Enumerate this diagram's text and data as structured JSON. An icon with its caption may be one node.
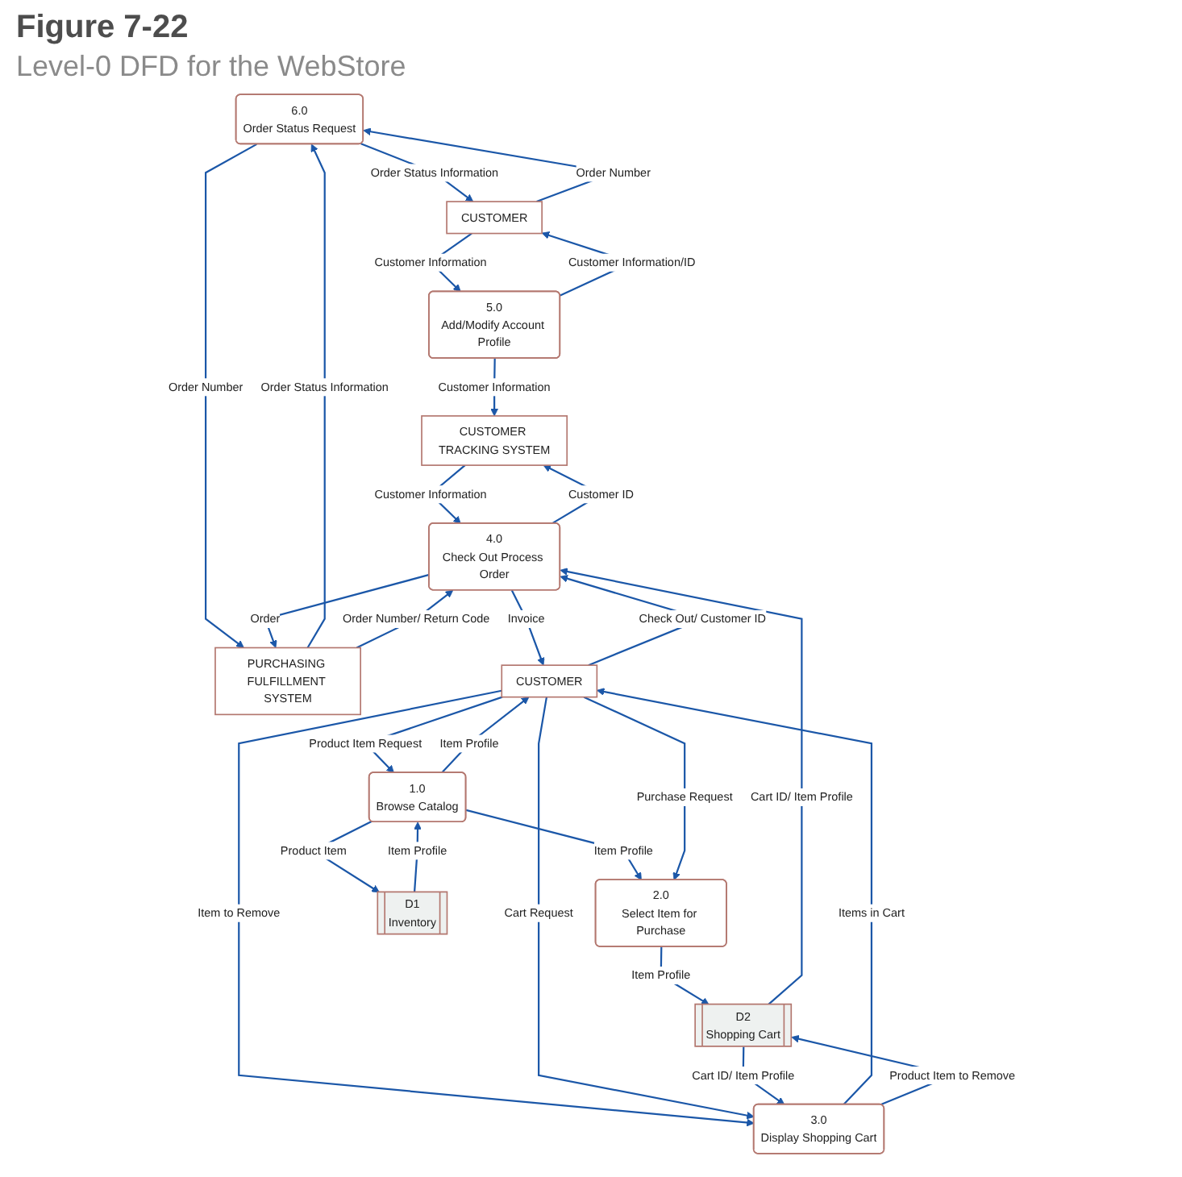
{
  "diagram": {
    "title": "Figure 7-22",
    "caption": "Level-0 DFD for the WebStore",
    "nodes": [
      {
        "text": [
          "6.0",
          "Order Status Request"
        ]
      },
      {
        "text": [
          "5.0",
          "Add/Modify Account Profile"
        ]
      },
      {
        "text": [
          "CUSTOMER"
        ]
      },
      {
        "text": [
          "PURCHASING FULFILLMENT SYSTEM"
        ]
      },
      {
        "text": [
          "CUSTOMER TRACKING SYSTEM"
        ]
      },
      {
        "text": [
          "4.0",
          "Check Out Process Order"
        ]
      },
      {
        "text": [
          "1.0",
          "Browse Catalog"
        ]
      },
      {
        "text": [
          "CUSTOMER"
        ]
      },
      {
        "text": [
          "3.0",
          "Display Shopping Cart"
        ]
      },
      {
        "text": [
          "2.0",
          "Select Item for Purchase"
        ]
      },
      {
        "text": [
          "D1",
          "Inventory"
        ]
      },
      {
        "text": [
          "D2",
          "Shopping Cart"
        ]
      }
    ],
    "edges": [
      {
        "from": 0,
        "to": 2,
        "label": "Order Status Information",
        "arrow": "to"
      },
      {
        "from": 2,
        "to": 0,
        "label": "Order Number",
        "arrow": "to"
      },
      {
        "from": 2,
        "to": 1,
        "label": "Customer Information",
        "arrow": "to"
      },
      {
        "from": 1,
        "to": 2,
        "label": "Customer Information/ID",
        "arrow": "to"
      },
      {
        "from": 3,
        "to": 0,
        "label": "Order Status Information",
        "arrow": "to"
      },
      {
        "from": 0,
        "to": 3,
        "label": "Order Number",
        "arrow": "to"
      },
      {
        "from": 1,
        "to": 4,
        "label": "Customer Information",
        "arrow": "to"
      },
      {
        "from": 5,
        "to": 4,
        "label": "Customer ID",
        "arrow": "to"
      },
      {
        "from": 5,
        "to": 3,
        "label": "Order",
        "arrow": "to"
      },
      {
        "from": 4,
        "to": 5,
        "label": "Customer Information",
        "arrow": "to"
      },
      {
        "from": 3,
        "to": 5,
        "label": "Order Number/ Return Code",
        "arrow": "to"
      },
      {
        "from": 11,
        "to": 5,
        "label": "Cart ID/ Item Profile",
        "arrow": "to"
      },
      {
        "from": 6,
        "to": 7,
        "label": "Item Profile",
        "arrow": "to"
      },
      {
        "from": 7,
        "to": 6,
        "label": "Product Item Request",
        "arrow": "to"
      },
      {
        "from": 7,
        "to": 5,
        "label": "Check Out/ Customer ID",
        "arrow": "to"
      },
      {
        "from": 5,
        "to": 7,
        "label": "Invoice",
        "arrow": "to"
      },
      {
        "from": 8,
        "to": 7,
        "label": "Items in Cart",
        "arrow": "to"
      },
      {
        "from": 7,
        "to": 8,
        "label": "Item to Remove",
        "arrow": "to"
      },
      {
        "from": 8,
        "to": 11,
        "label": "Product Item to Remove",
        "arrow": "to"
      },
      {
        "from": 7,
        "to": 8,
        "label": "Cart Request",
        "arrow": "to"
      },
      {
        "from": 11,
        "to": 8,
        "label": "Cart ID/ Item Profile",
        "arrow": "to"
      },
      {
        "from": 6,
        "to": 10,
        "label": "Product Item",
        "arrow": "to"
      },
      {
        "from": 10,
        "to": 6,
        "label": "Item Profile",
        "arrow": "to"
      },
      {
        "from": 6,
        "to": 9,
        "label": "Item Profile",
        "arrow": "to"
      },
      {
        "from": 7,
        "to": 9,
        "label": "Purchase Request",
        "arrow": "to"
      },
      {
        "from": 9,
        "to": 11,
        "label": "Item Profile",
        "arrow": "to"
      }
    ]
  }
}
